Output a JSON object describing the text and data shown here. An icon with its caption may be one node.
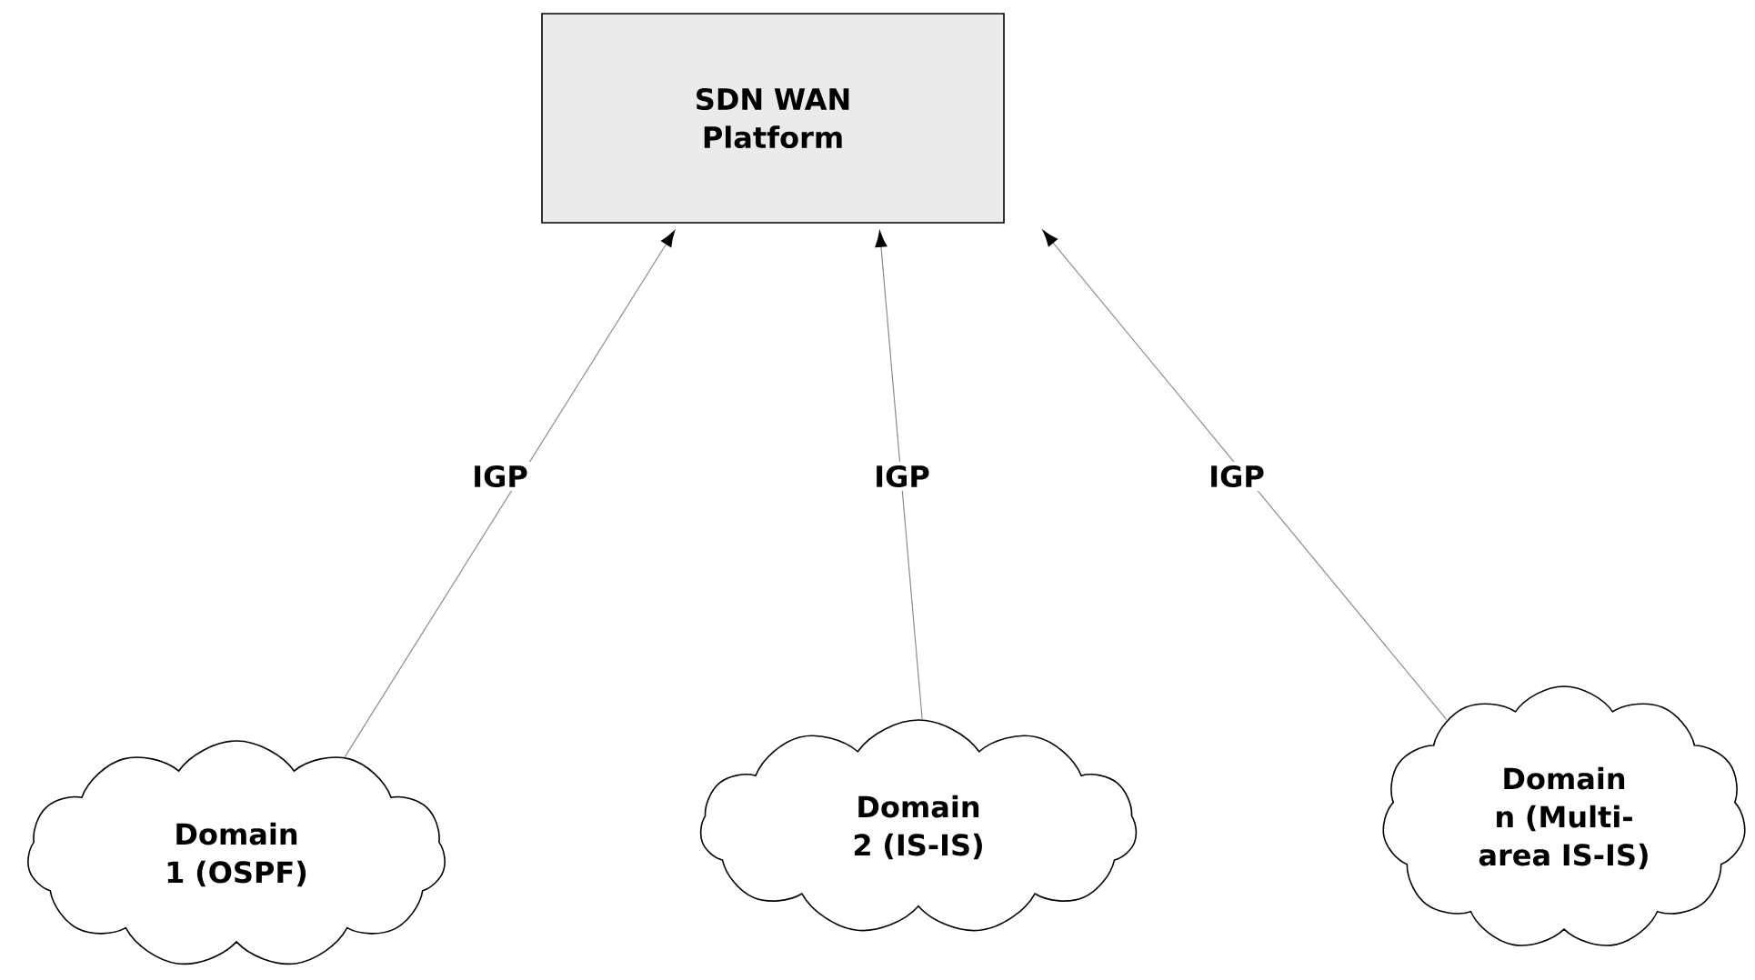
{
  "diagram": {
    "nodes": [
      {
        "text": [
          "SDN WAN Platform"
        ]
      },
      {
        "text": [
          "Domain 1 (OSPF)"
        ]
      },
      {
        "text": [
          "Domain 2 (IS-IS)"
        ]
      },
      {
        "text": [
          "Domain n (Multi-area IS-IS)"
        ]
      }
    ],
    "edges": [
      {
        "from": 1,
        "to": 0,
        "arrow": "to",
        "label": "IGP"
      },
      {
        "from": 2,
        "to": 0,
        "arrow": "to",
        "label": "IGP"
      },
      {
        "from": 3,
        "to": 0,
        "arrow": "to",
        "label": "IGP"
      }
    ]
  }
}
